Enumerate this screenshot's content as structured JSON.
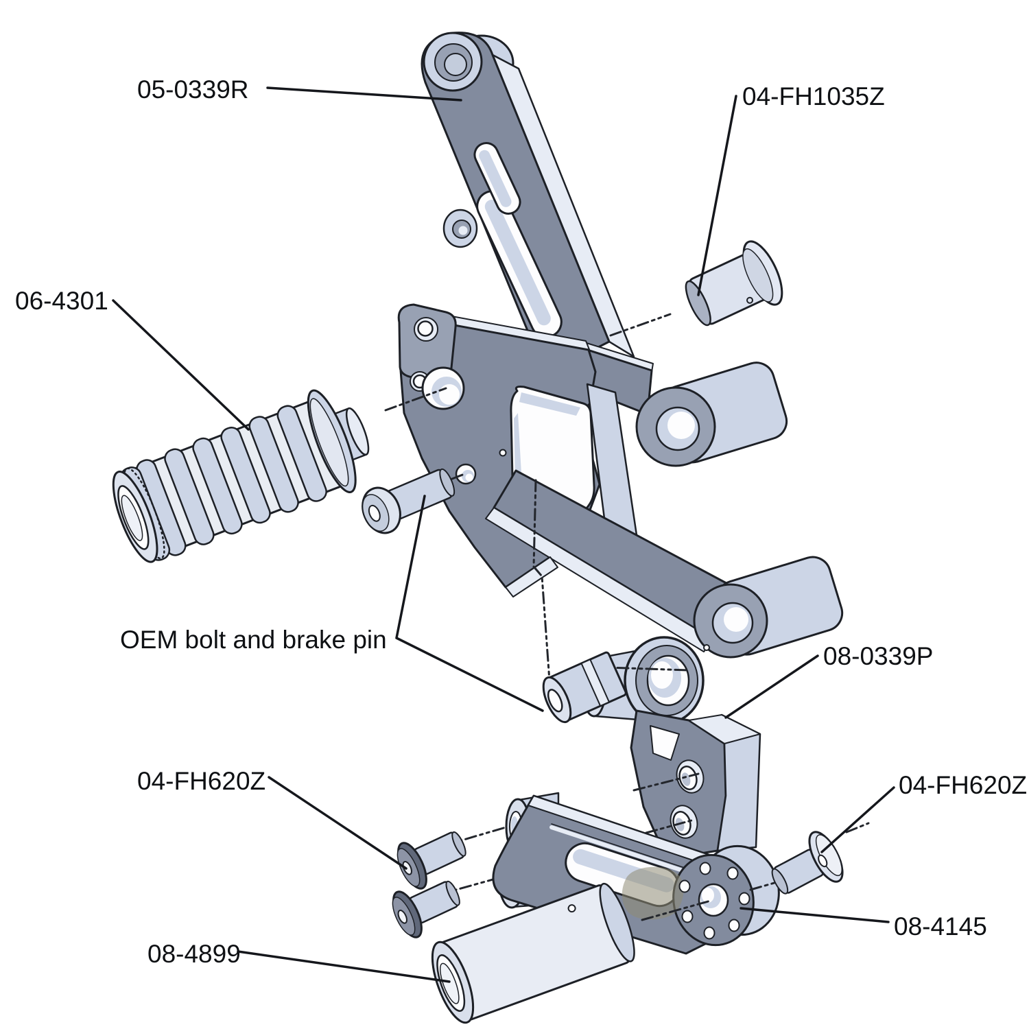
{
  "labels": [
    {
      "id": "label-05-0339R",
      "text": "05-0339R"
    },
    {
      "id": "label-04-FH1035Z",
      "text": "04-FH1035Z"
    },
    {
      "id": "label-06-4301",
      "text": "06-4301"
    },
    {
      "id": "label-oem-bolt-brake-pin",
      "text": "OEM bolt and brake pin"
    },
    {
      "id": "label-08-0339P",
      "text": "08-0339P"
    },
    {
      "id": "label-04-FH620Z-left",
      "text": "04-FH620Z"
    },
    {
      "id": "label-04-FH620Z-right",
      "text": "04-FH620Z"
    },
    {
      "id": "label-08-4145",
      "text": "08-4145"
    },
    {
      "id": "label-08-4899",
      "text": "08-4899"
    }
  ],
  "colors": {
    "background": "#ffffff",
    "outline": "#1d2026",
    "face_gray": "#828b9e",
    "face_gray_light": "#98a1b3",
    "side_light": "#ccd5e6",
    "highlight": "#e7ecf5",
    "bore_white": "#fdfdfe",
    "bolt_head_dark": "#60687a",
    "smudge_olive": "#8f8c74",
    "label_text": "#0e1013"
  }
}
